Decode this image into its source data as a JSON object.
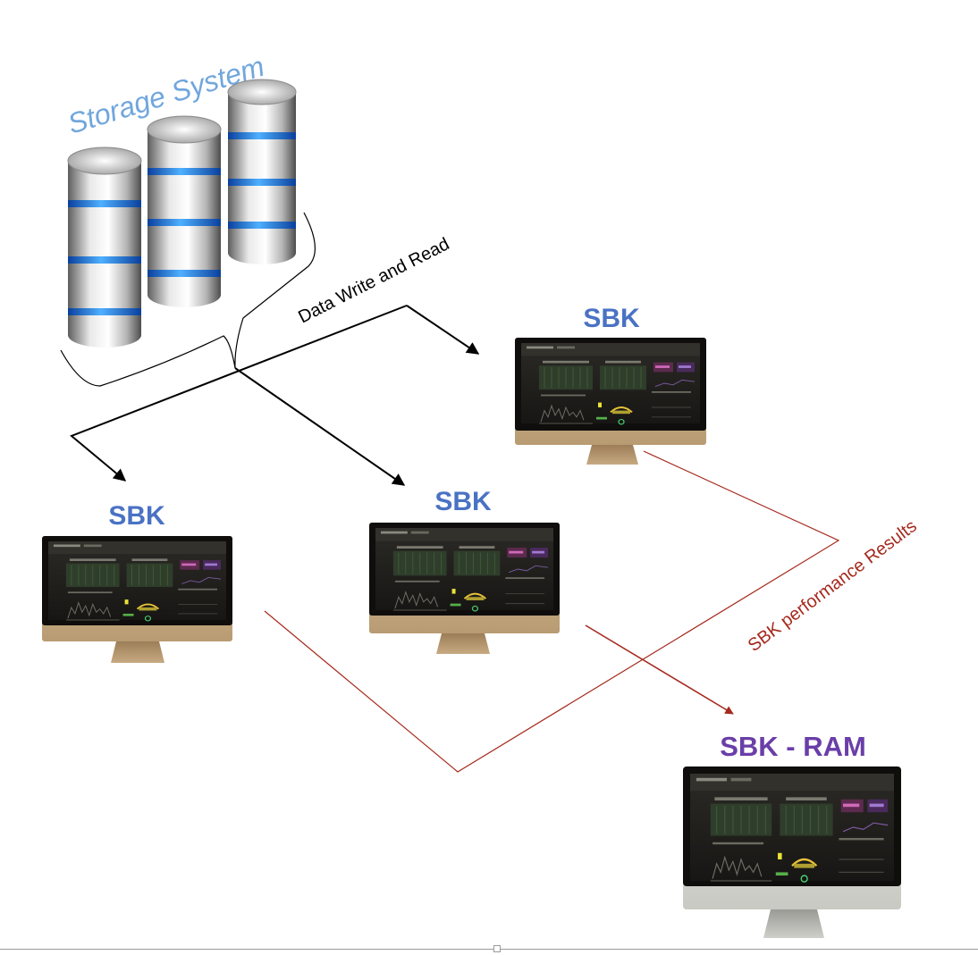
{
  "storage": {
    "title": "Storage System"
  },
  "flow_label": "Data Write and Read",
  "results_label": "SBK performance Results",
  "nodes": [
    {
      "label": "SBK"
    },
    {
      "label": "SBK"
    },
    {
      "label": "SBK"
    },
    {
      "label": "SBK - RAM"
    }
  ],
  "colors": {
    "sbk_label": "#4a72c4",
    "ram_label": "#6a3ea8",
    "results": "#a52a1e",
    "storage_title": "#6aa2dc",
    "arrow": "#000000",
    "disk_band": "#2a7de0"
  }
}
